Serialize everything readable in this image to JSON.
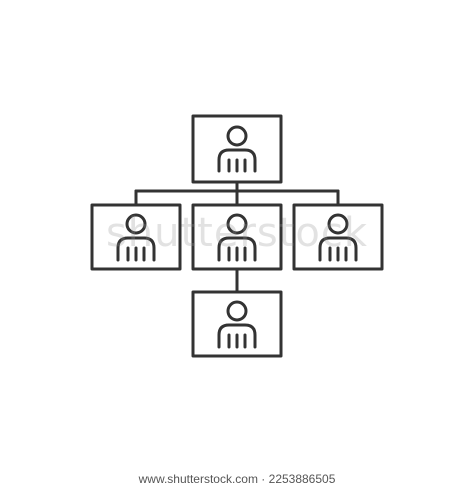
{
  "colors": {
    "stroke": "#333333",
    "background": "#ffffff",
    "watermark": "#969696",
    "footer_text": "#555555"
  },
  "icon": "organization-chart-icon",
  "nodes": [
    {
      "id": "top",
      "icon": "person-icon"
    },
    {
      "id": "middle-left",
      "icon": "person-icon"
    },
    {
      "id": "middle-center",
      "icon": "person-icon"
    },
    {
      "id": "middle-right",
      "icon": "person-icon"
    },
    {
      "id": "bottom",
      "icon": "person-icon"
    }
  ],
  "watermark_text": "shutterstock",
  "footer": {
    "image_id": "www.shutterstock.com · 2253886505"
  }
}
